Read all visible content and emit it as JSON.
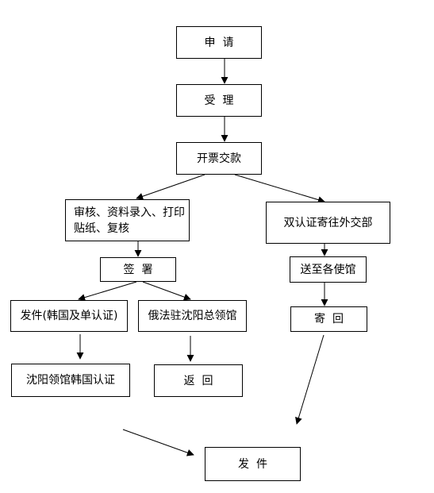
{
  "diagram": {
    "nodes": {
      "apply": "申  请",
      "accept": "受  理",
      "invoice_payment": "开票交款",
      "review": [
        "审核、资料录入、打印",
        "贴纸、复核"
      ],
      "double_auth": "双认证寄往外交部",
      "sign": "签  署",
      "send_embassies": "送至各使馆",
      "issue_korea": "发件(韩国及单认证)",
      "russia_consulate": "俄法驻沈阳总领馆",
      "mail_back": "寄  回",
      "shenyang_korea": "沈阳领馆韩国认证",
      "return": "返  回",
      "issue": "发  件"
    },
    "edges": [
      [
        "apply",
        "accept"
      ],
      [
        "accept",
        "invoice_payment"
      ],
      [
        "invoice_payment",
        "review"
      ],
      [
        "invoice_payment",
        "double_auth"
      ],
      [
        "review",
        "sign"
      ],
      [
        "sign",
        "issue_korea"
      ],
      [
        "sign",
        "russia_consulate"
      ],
      [
        "double_auth",
        "send_embassies"
      ],
      [
        "send_embassies",
        "mail_back"
      ],
      [
        "issue_korea",
        "shenyang_korea"
      ],
      [
        "russia_consulate",
        "return"
      ],
      [
        "mail_back",
        "issue"
      ],
      [
        "shenyang_korea",
        "issue"
      ]
    ]
  }
}
